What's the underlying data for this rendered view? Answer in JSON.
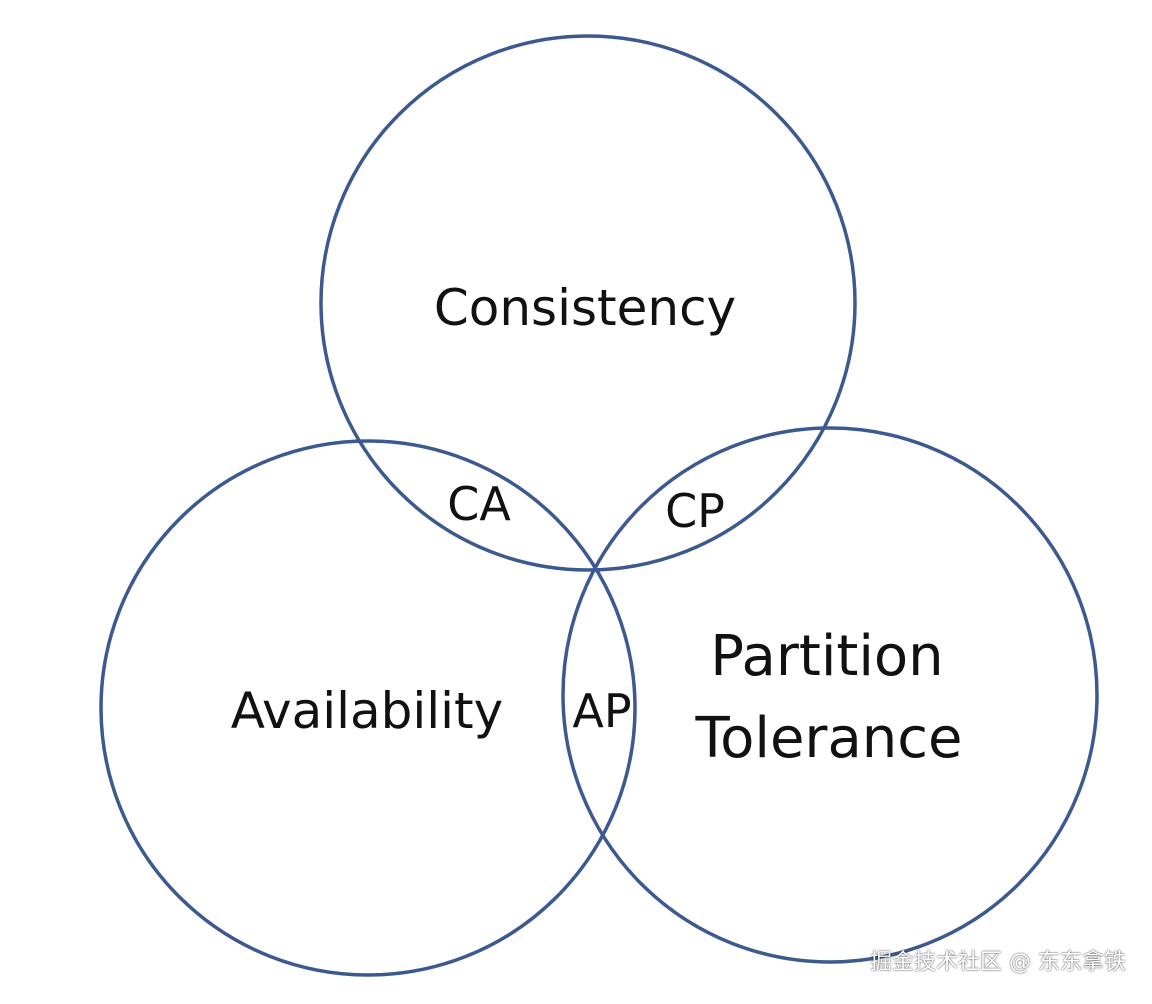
{
  "colors": {
    "circle_stroke": "#3c5a8f",
    "text": "#111111",
    "background": "#ffffff"
  },
  "sets": {
    "consistency": "Consistency",
    "availability": "Availability",
    "partition_line1": "Partition",
    "partition_line2": "Tolerance"
  },
  "intersections": {
    "ca": "CA",
    "cp": "CP",
    "ap": "AP"
  },
  "watermark": "掘金技术社区 @ 东东拿铁"
}
